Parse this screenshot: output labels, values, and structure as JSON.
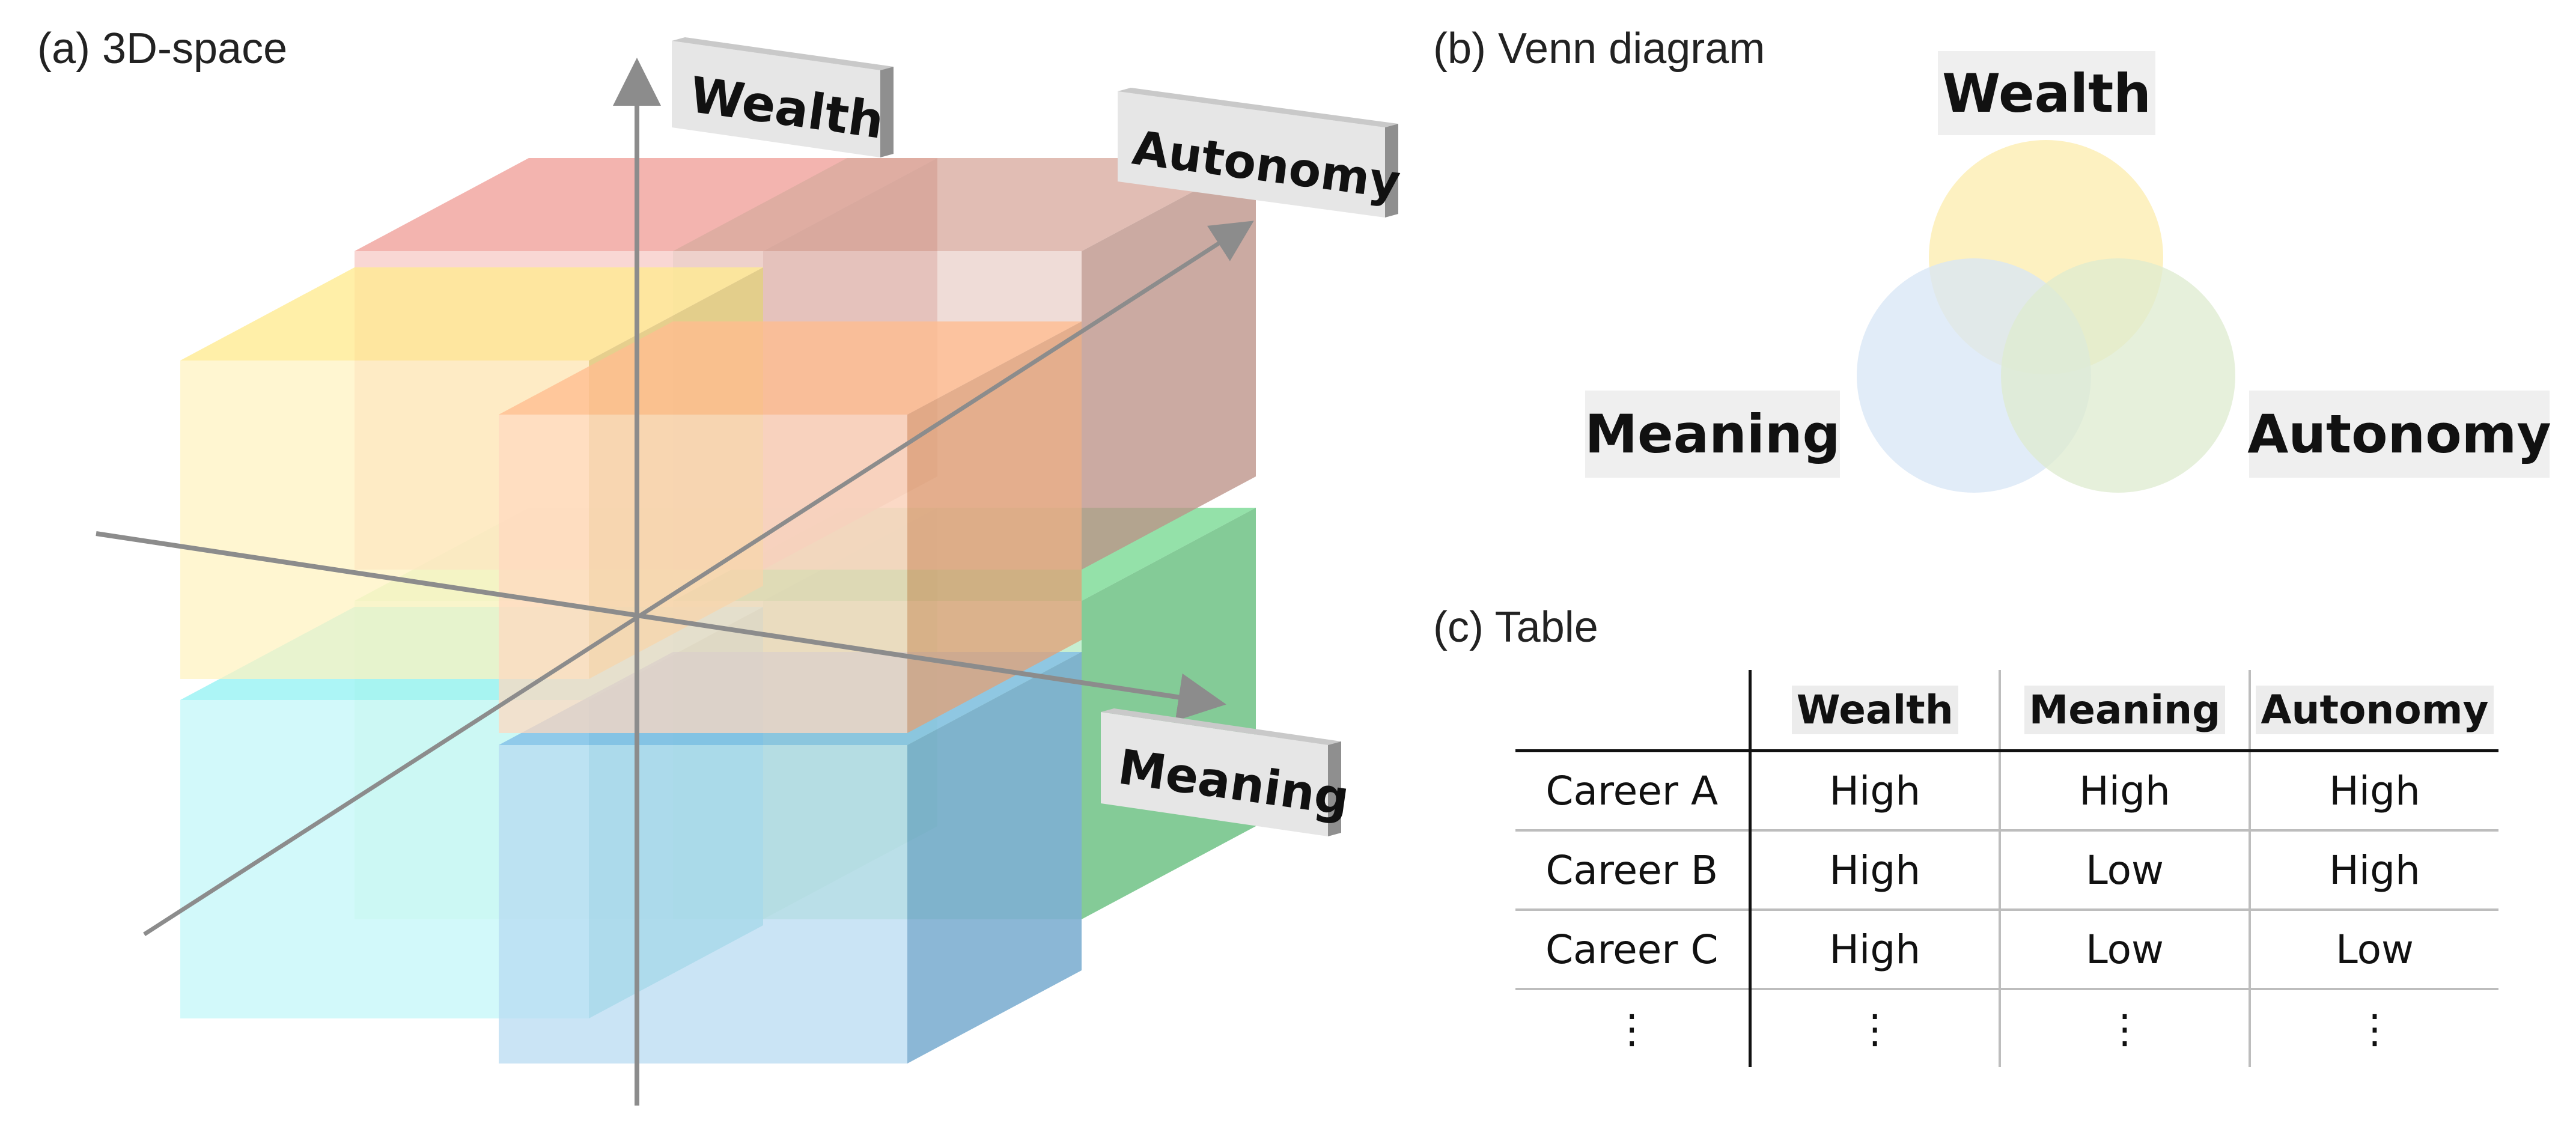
{
  "panels": {
    "a": {
      "label": "(a) 3D-space"
    },
    "b": {
      "label": "(b) Venn diagram"
    },
    "c": {
      "label": "(c) Table"
    }
  },
  "space3d": {
    "axis_labels": {
      "vertical": "Wealth",
      "depth": "Autonomy",
      "horizontal": "Meaning"
    },
    "cube_colors": {
      "top_back_left": "#ef9a93",
      "top_back_right": "#d7a69a",
      "top_front_left": "#ffe98a",
      "top_front_right": "#ffb88a",
      "bottom_back_left": "#c9f5c4",
      "bottom_back_right": "#6fd68b",
      "bottom_front_left": "#8ff1f3",
      "bottom_front_right": "#78b9e6"
    },
    "axis_color": "#8c8c8c"
  },
  "venn": {
    "labels": {
      "top": "Wealth",
      "left": "Meaning",
      "right": "Autonomy"
    },
    "colors": {
      "wealth": "#fdeeb6",
      "meaning": "#d7e6f6",
      "autonomy": "#deebcf"
    }
  },
  "table": {
    "columns": [
      "",
      "Wealth",
      "Meaning",
      "Autonomy"
    ],
    "rows": [
      [
        "Career A",
        "High",
        "High",
        "High"
      ],
      [
        "Career B",
        "High",
        "Low",
        "High"
      ],
      [
        "Career C",
        "High",
        "Low",
        "Low"
      ],
      [
        "⋮",
        "⋮",
        "⋮",
        "⋮"
      ]
    ]
  }
}
